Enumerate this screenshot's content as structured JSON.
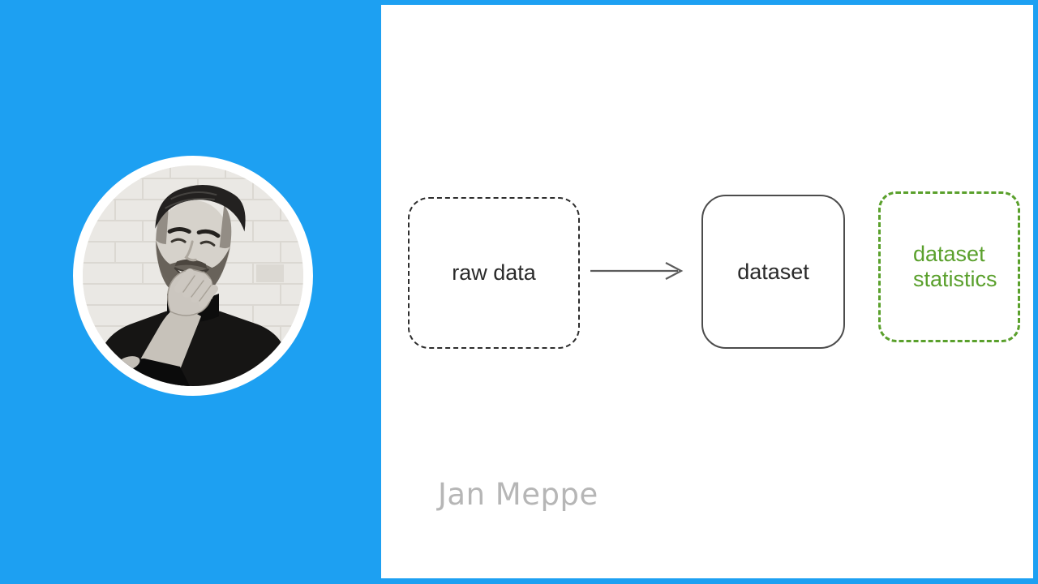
{
  "slide": {
    "background_color": "#1da0f2",
    "panel_color": "#ffffff"
  },
  "profile": {
    "photo": "grayscale portrait of a smiling bearded man in a black turtleneck, hand on chin, white brick wall behind"
  },
  "diagram": {
    "nodes": [
      {
        "id": "raw-data",
        "label": "raw data",
        "border": "dashed",
        "border_color": "#2d2d2d",
        "text_color": "#2a2a2a"
      },
      {
        "id": "dataset",
        "label": "dataset",
        "border": "solid",
        "border_color": "#4c4c4c",
        "text_color": "#2a2a2a"
      },
      {
        "id": "dataset-statistics",
        "label": "dataset statistics",
        "border": "dashed",
        "border_color": "#5aa02c",
        "text_color": "#5aa02c"
      }
    ],
    "arrow": {
      "from": "raw data",
      "to": "dataset",
      "color": "#5c5c5c"
    }
  },
  "watermark": {
    "author": "Jan Meppe",
    "color": "#b6b6b6"
  }
}
